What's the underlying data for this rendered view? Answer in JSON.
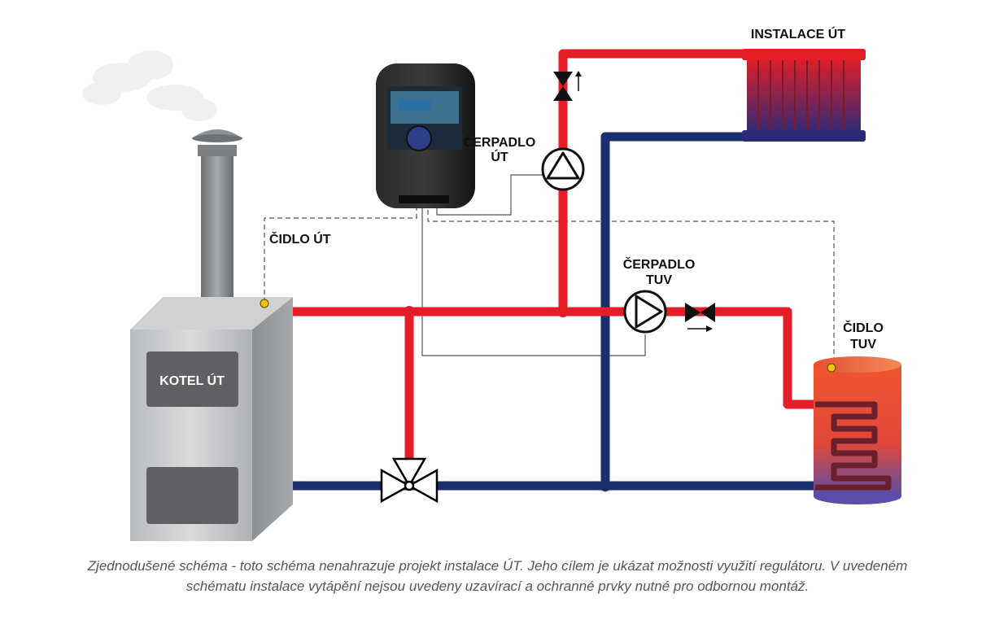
{
  "labels": {
    "boiler": "KOTEL ÚT",
    "boiler_sensor": "ČIDLO ÚT",
    "pump_ut_line1": "ČERPADLO",
    "pump_ut_line2": "ÚT",
    "pump_tuv_line1": "ČERPADLO",
    "pump_tuv_line2": "TUV",
    "tank_sensor_line1": "ČIDLO",
    "tank_sensor_line2": "TUV",
    "installation": "INSTALACE ÚT"
  },
  "caption": {
    "line1": "Zjednodušené schéma - toto schéma nenahrazuje projekt instalace ÚT. Jeho cílem je ukázat možnosti využití regulátoru. V uvedeném",
    "line2": "schématu instalace vytápění nejsou uvedeny uzavírací a ochranné prvky nutné pro odbornou montáž."
  },
  "colors": {
    "supply_pipe": "#e41e26",
    "return_pipe": "#1b2f6e",
    "sensor_dot": "#f2c500"
  }
}
